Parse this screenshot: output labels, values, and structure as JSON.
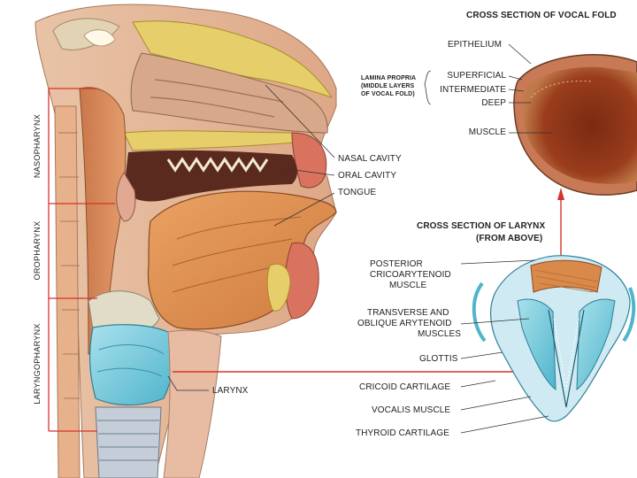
{
  "titles": {
    "vocal_fold": "CROSS SECTION OF VOCAL FOLD",
    "larynx_line1": "CROSS SECTION OF LARYNX",
    "larynx_line2": "(FROM ABOVE)"
  },
  "pharynx_regions": {
    "nasopharynx": "NASOPHARYNX",
    "oropharynx": "OROPHARYNX",
    "laryngopharynx": "LARYNGOPHARYNX"
  },
  "head_labels": {
    "nasal_cavity": "NASAL CAVITY",
    "oral_cavity": "ORAL CAVITY",
    "tongue": "TONGUE",
    "larynx": "LARYNX"
  },
  "vocal_fold_labels": {
    "epithelium": "EPITHELIUM",
    "superficial": "SUPERFICIAL",
    "intermediate": "INTERMEDIATE",
    "deep": "DEEP",
    "muscle": "MUSCLE",
    "lamina_line1": "LAMINA PROPRIA",
    "lamina_line2": "(MIDDLE LAYERS",
    "lamina_line3": "OF VOCAL FOLD)"
  },
  "larynx_labels": {
    "posterior_1": "POSTERIOR",
    "posterior_2": "CRICOARYTENOID",
    "posterior_3": "MUSCLE",
    "transverse_1": "TRANSVERSE AND",
    "transverse_2": "OBLIQUE ARYTENOID",
    "transverse_3": "MUSCLES",
    "glottis": "GLOTTIS",
    "cricoid": "CRICOID CARTILAGE",
    "vocalis": "VOCALIS MUSCLE",
    "thyroid": "THYROID CARTILAGE"
  },
  "colors": {
    "pointer_red": "#d7322c",
    "muscle_orange": "#d98a4a",
    "bone_yellow": "#e6cf6a",
    "cartilage_blue": "#6fc6d8",
    "tissue_pink": "#e0a08a"
  }
}
